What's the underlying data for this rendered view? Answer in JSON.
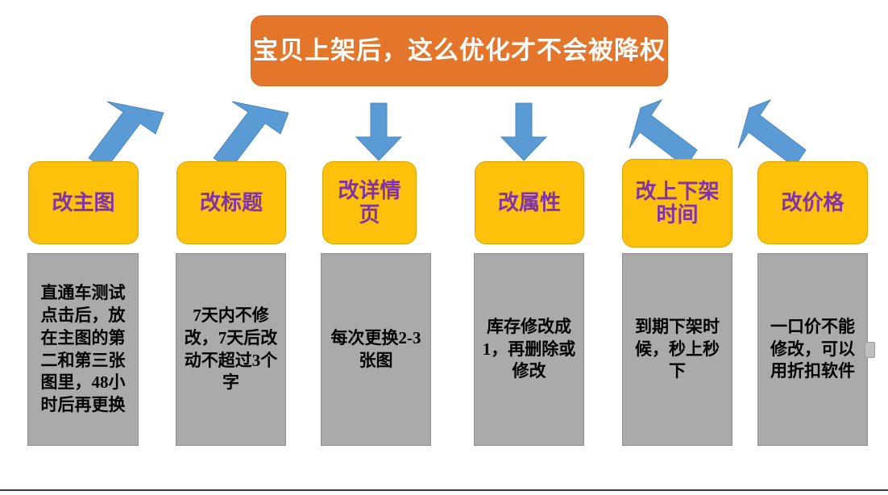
{
  "slide": {
    "background_color": "#FFFFFF",
    "title": {
      "text": "宝贝上架后，这么优化才不会被降权",
      "fill_color": "#E3762B",
      "text_color": "#FFFFFF"
    },
    "accent_colors": {
      "arrow_blue": "#5B9BD5",
      "category_yellow": "#FDC00B",
      "category_text_purple": "#8033A8",
      "note_gray": "#AAAAAA",
      "note_text": "#000000"
    },
    "columns": [
      {
        "category": "改主图",
        "note": "直通车测试点击后，放在主图的第二和第三张图里，48小时后再更换",
        "arrow": "arrow-down-left"
      },
      {
        "category": "改标题",
        "note": "7天内不修改，7天后改动不超过3个字",
        "arrow": "arrow-down-left"
      },
      {
        "category": "改详情页",
        "note": "每次更换2-3张图",
        "arrow": "arrow-down"
      },
      {
        "category": "改属性",
        "note": "库存修改成1，再删除或修改",
        "arrow": "arrow-down"
      },
      {
        "category": "改上下架时间",
        "note": "到期下架时候，秒上秒下",
        "arrow": "arrow-down-right"
      },
      {
        "category": "改价格",
        "note": "一口价不能修改，可以用折扣软件",
        "arrow": "arrow-down-right"
      }
    ]
  }
}
